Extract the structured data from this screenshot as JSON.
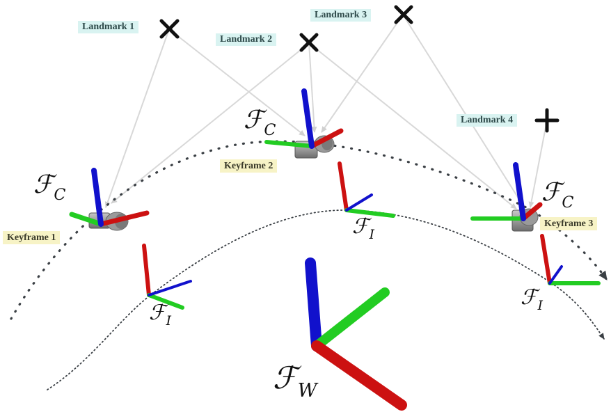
{
  "landmarks": [
    {
      "label": "Landmark 1"
    },
    {
      "label": "Landmark 2"
    },
    {
      "label": "Landmark 3"
    },
    {
      "label": "Landmark 4"
    }
  ],
  "keyframes": [
    {
      "label": "Keyframe 1"
    },
    {
      "label": "Keyframe 2"
    },
    {
      "label": "Keyframe 3"
    }
  ],
  "frames": {
    "camera": {
      "symbol": "ℱ",
      "subscript": "C"
    },
    "imu": {
      "symbol": "ℱ",
      "subscript": "I"
    },
    "world": {
      "symbol": "ℱ",
      "subscript": "W"
    }
  },
  "colors": {
    "x_axis": "#cc1111",
    "y_axis": "#22cc22",
    "z_axis": "#1111cc",
    "landmark_label_bg": "#d9f3f1",
    "keyframe_label_bg": "#f7f3c6",
    "observation_ray": "#d8d8d8",
    "trajectory": "#3a3f44"
  }
}
